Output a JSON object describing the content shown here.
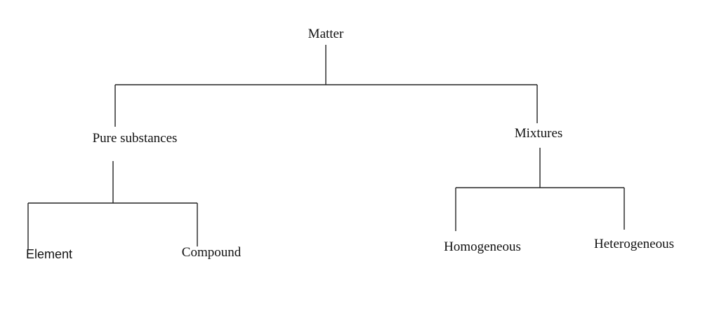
{
  "diagram": {
    "nodes": {
      "matter": "Matter",
      "pure_substances": "Pure substances",
      "mixtures": "Mixtures",
      "element": "Element",
      "compound": "Compound",
      "homogeneous": "Homogeneous",
      "heterogeneous": "Heterogeneous"
    },
    "edges": [
      [
        "matter",
        "pure_substances"
      ],
      [
        "matter",
        "mixtures"
      ],
      [
        "pure_substances",
        "element"
      ],
      [
        "pure_substances",
        "compound"
      ],
      [
        "mixtures",
        "homogeneous"
      ],
      [
        "mixtures",
        "heterogeneous"
      ]
    ],
    "colors": {
      "line": "#222222",
      "text": "#111111",
      "background": "#ffffff"
    }
  }
}
